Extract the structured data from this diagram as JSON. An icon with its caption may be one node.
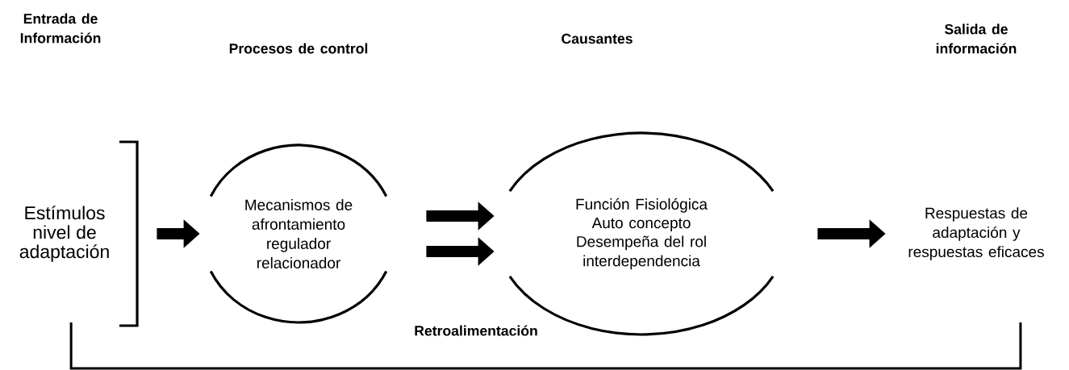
{
  "diagram": {
    "nodes": [
      {
        "text": [
          "Estímulos nivel de adaptación"
        ]
      },
      {
        "text": [
          "Mecanismos de afrontamiento regulador relacionador"
        ]
      },
      {
        "text": [
          "Función Fisiológica",
          "Auto concepto",
          "Desempeña del rol",
          "interdependencia"
        ]
      },
      {
        "text": [
          "Respuestas de adaptación y respuestas eficaces"
        ]
      }
    ],
    "edges": [
      {
        "from": 0,
        "to": 1,
        "arrow": "to"
      },
      {
        "from": 1,
        "to": 2,
        "arrow": "to"
      },
      {
        "from": 1,
        "to": 2,
        "arrow": "to"
      },
      {
        "from": 2,
        "to": 3,
        "arrow": "to"
      }
    ],
    "labels": [
      "Entrada de Información",
      "Procesos de control",
      "Causantes",
      "Salida de información",
      "Retroalimentación"
    ]
  }
}
